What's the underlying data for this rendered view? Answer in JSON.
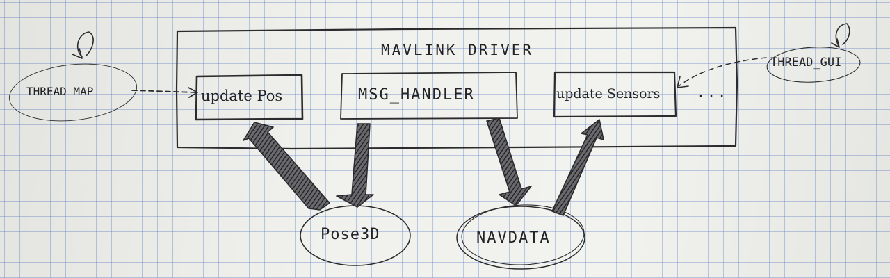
{
  "diagram": {
    "outer_box": {
      "title": "MAVLink Driver"
    },
    "components": {
      "update_pos": "update Pos",
      "msg_handler": "MSG_HANDLER",
      "update_sensors": "update Sensors"
    },
    "ellipsis": "...",
    "threads": {
      "map": "Thread MAP",
      "gui": "Thread_GUI"
    },
    "data_nodes": {
      "pose3d": "Pose3D",
      "navdata": "NavData"
    }
  },
  "colors": {
    "ink": "#2b2b2e",
    "paper": "#f1f2ee",
    "grid": "#5f7dc8"
  }
}
